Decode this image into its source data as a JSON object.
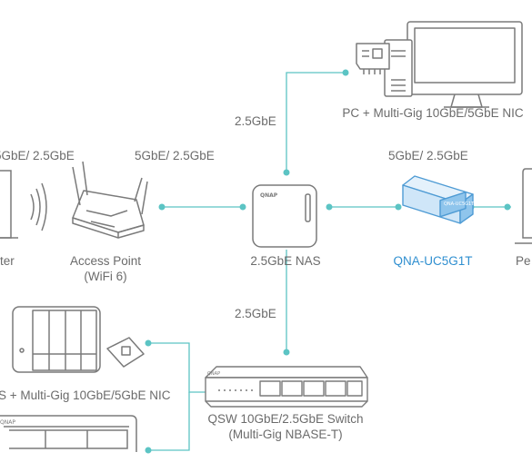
{
  "labels": {
    "pc_nic": "PC + Multi-Gig 10GbE/5GbE NIC",
    "speed_pc_link": "2.5GbE",
    "speed_laptop_left": "5GbE/ 2.5GbE",
    "speed_ap": "5GbE/ 2.5GbE",
    "speed_adapter": "5GbE/ 2.5GbE",
    "laptop_left": "ter",
    "access_point_line1": "Access Point",
    "access_point_line2": "(WiFi 6)",
    "nas": "2.5GbE NAS",
    "adapter": "QNA-UC5G1T",
    "laptop_right": "Pe",
    "speed_switch_link": "2.5GbE",
    "nas_nic": "S + Multi-Gig 10GbE/5GbE NIC",
    "switch_line1": "QSW 10GbE/2.5GbE Switch",
    "switch_line2": "(Multi-Gig NBASE-T)"
  },
  "adapter_badge": "QNA-UC5G1T",
  "colors": {
    "line": "#5cc4c4",
    "device_stroke": "#7a7a7a",
    "accent_text": "#2f8fd0",
    "adapter_fill": "#cfe6f8",
    "label_text": "#6b6b6b"
  }
}
